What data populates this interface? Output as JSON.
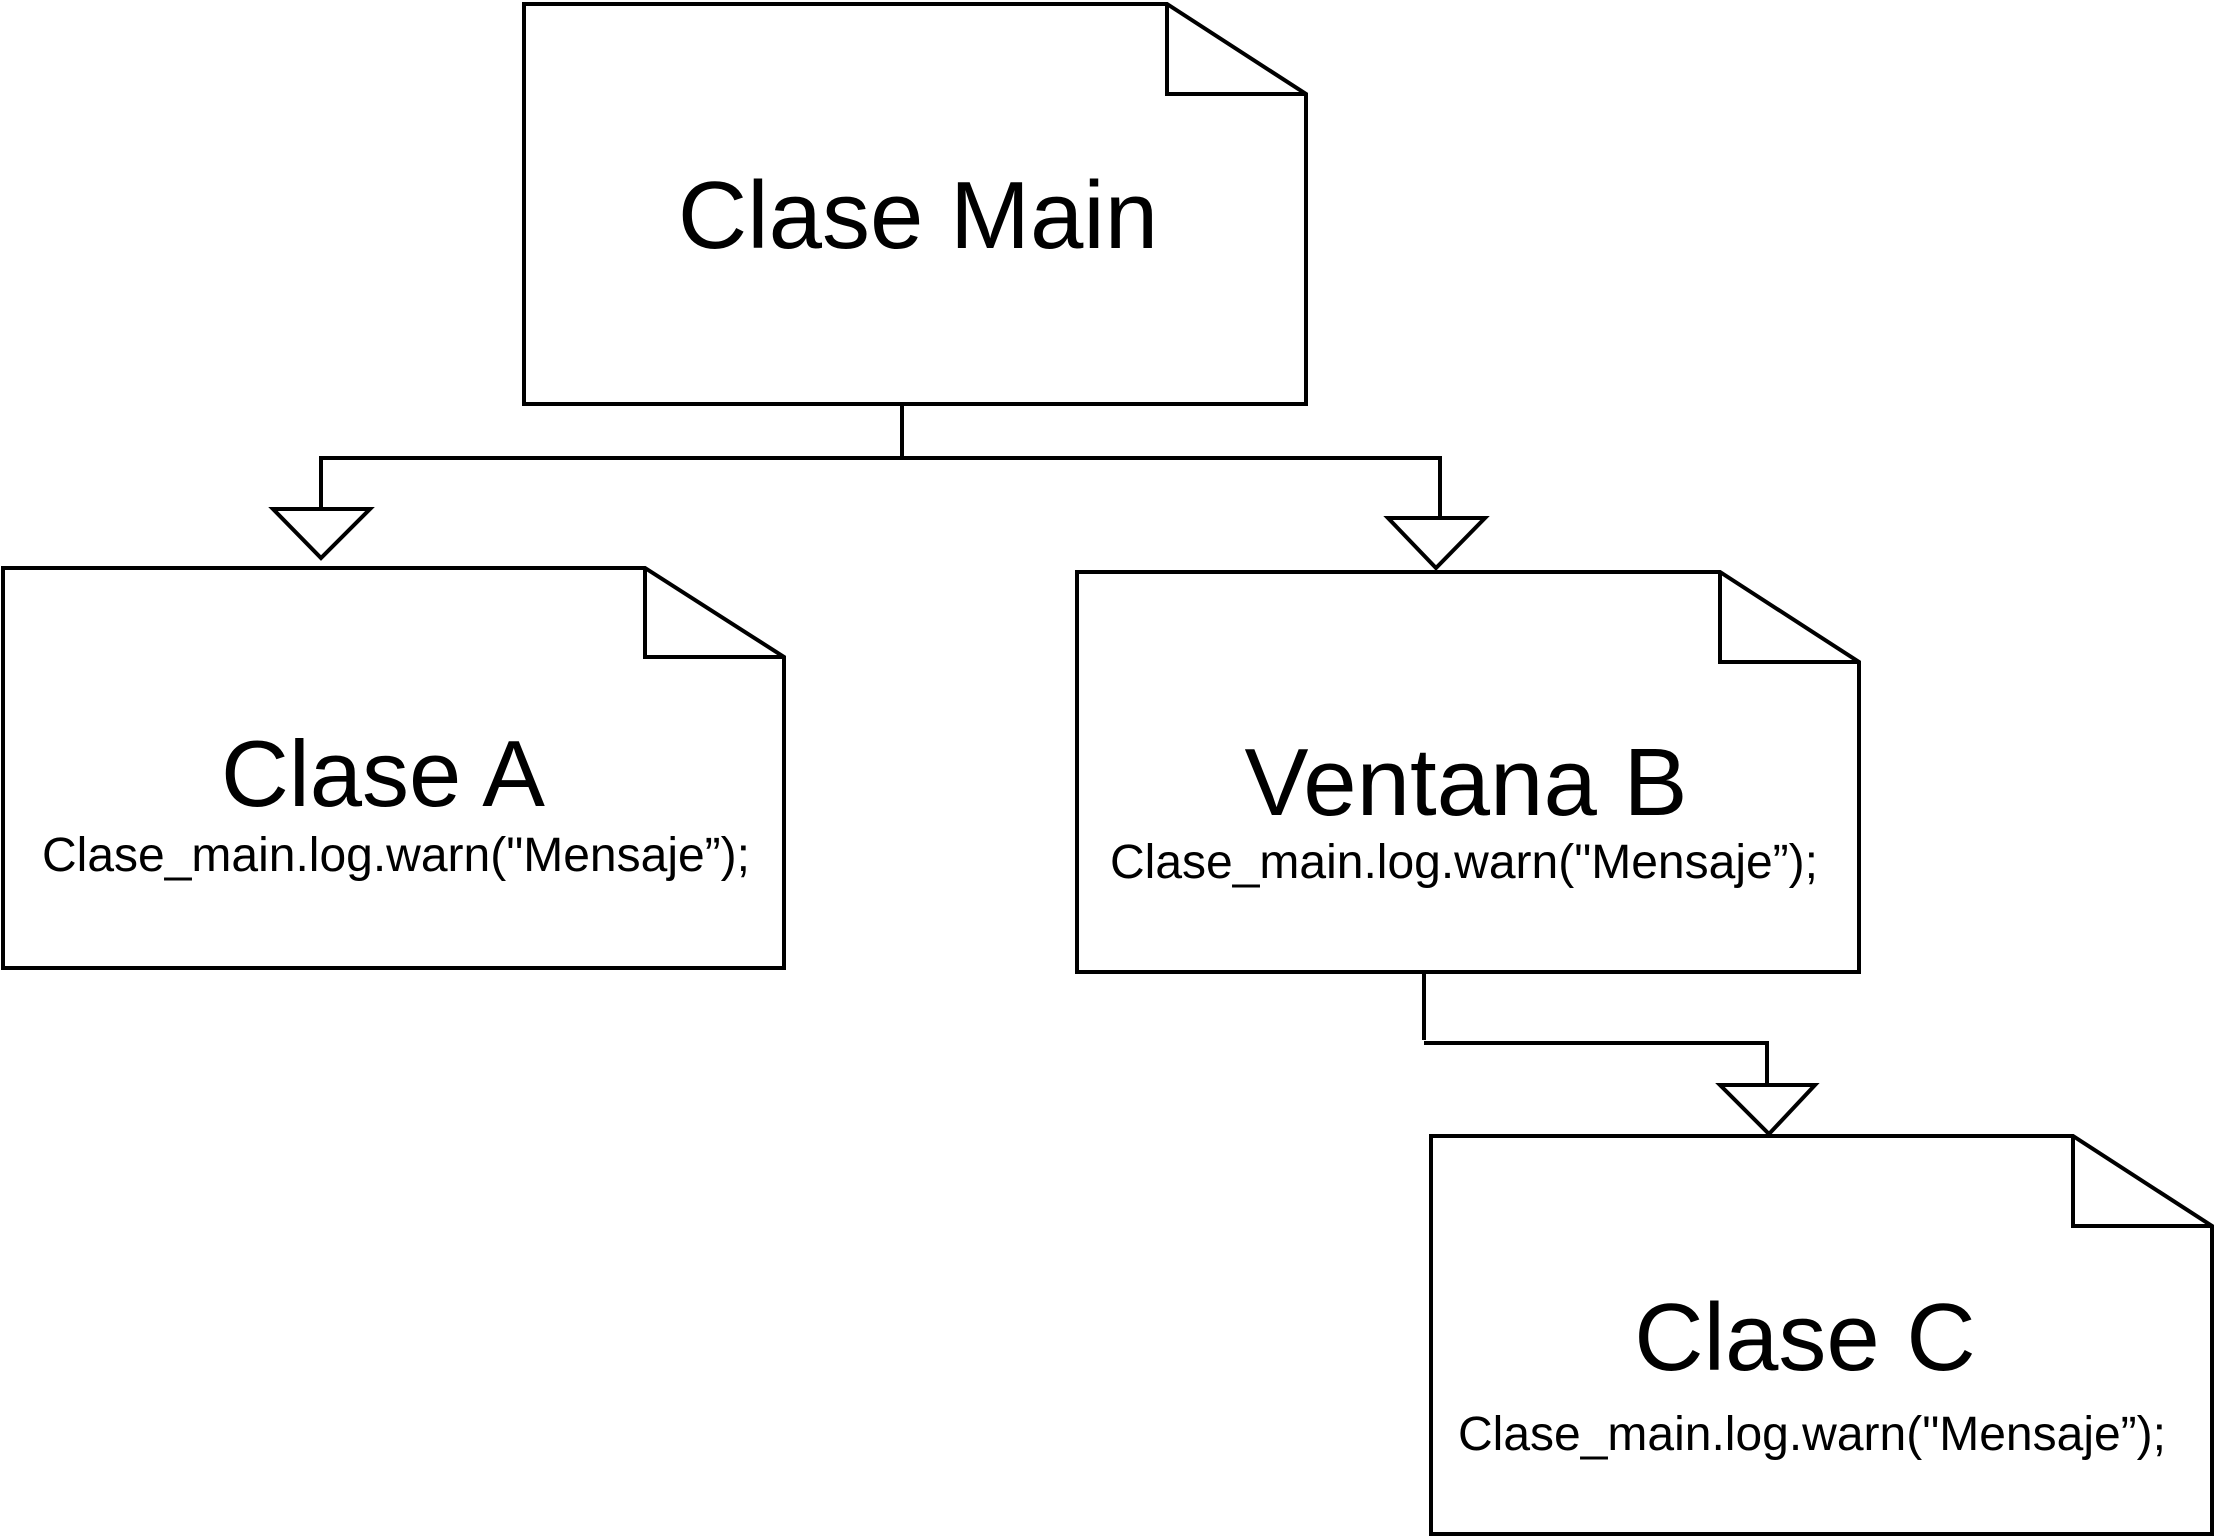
{
  "nodes": {
    "main": {
      "title": "Clase Main",
      "code": ""
    },
    "a": {
      "title": "Clase A",
      "code": "Clase_main.log.warn(\"Mensaje”);"
    },
    "b": {
      "title": "Ventana B",
      "code": "Clase_main.log.warn(\"Mensaje”);"
    },
    "c": {
      "title": "Clase C",
      "code": "Clase_main.log.warn(\"Mensaje”);"
    }
  },
  "edges": [
    {
      "from": "main",
      "to": "a"
    },
    {
      "from": "main",
      "to": "b"
    },
    {
      "from": "b",
      "to": "c"
    }
  ],
  "colors": {
    "stroke": "#000000",
    "fill": "#ffffff",
    "text": "#000000"
  }
}
